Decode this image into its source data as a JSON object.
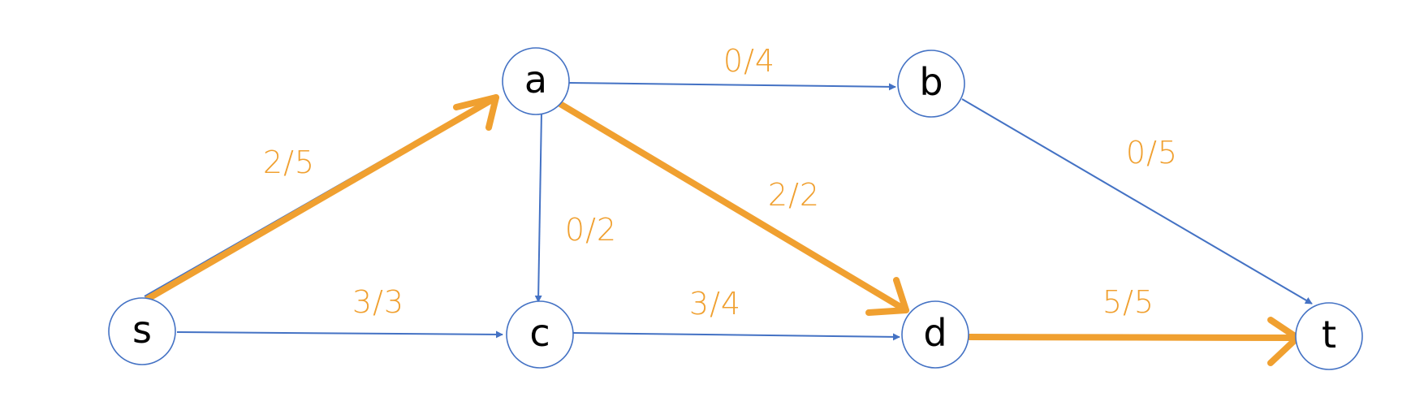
{
  "colors": {
    "edge": "#4472c4",
    "flow": "#f0a030",
    "node_stroke": "#4472c4",
    "label_text": "#f0a030"
  },
  "nodes": {
    "s": {
      "label": "s"
    },
    "a": {
      "label": "a"
    },
    "b": {
      "label": "b"
    },
    "c": {
      "label": "c"
    },
    "d": {
      "label": "d"
    },
    "t": {
      "label": "t"
    }
  },
  "edges": [
    {
      "id": "s-a",
      "from": "s",
      "to": "a",
      "flow": 2,
      "capacity": 5,
      "label": "2/5",
      "highlighted": true
    },
    {
      "id": "s-c",
      "from": "s",
      "to": "c",
      "flow": 3,
      "capacity": 3,
      "label": "3/3",
      "highlighted": false
    },
    {
      "id": "a-b",
      "from": "a",
      "to": "b",
      "flow": 0,
      "capacity": 4,
      "label": "0/4",
      "highlighted": false
    },
    {
      "id": "a-c",
      "from": "a",
      "to": "c",
      "flow": 0,
      "capacity": 2,
      "label": "0/2",
      "highlighted": false
    },
    {
      "id": "a-d",
      "from": "a",
      "to": "d",
      "flow": 2,
      "capacity": 2,
      "label": "2/2",
      "highlighted": true
    },
    {
      "id": "c-d",
      "from": "c",
      "to": "d",
      "flow": 3,
      "capacity": 4,
      "label": "3/4",
      "highlighted": false
    },
    {
      "id": "b-t",
      "from": "b",
      "to": "t",
      "flow": 0,
      "capacity": 5,
      "label": "0/5",
      "highlighted": false
    },
    {
      "id": "d-t",
      "from": "d",
      "to": "t",
      "flow": 5,
      "capacity": 5,
      "label": "5/5",
      "highlighted": true
    }
  ]
}
